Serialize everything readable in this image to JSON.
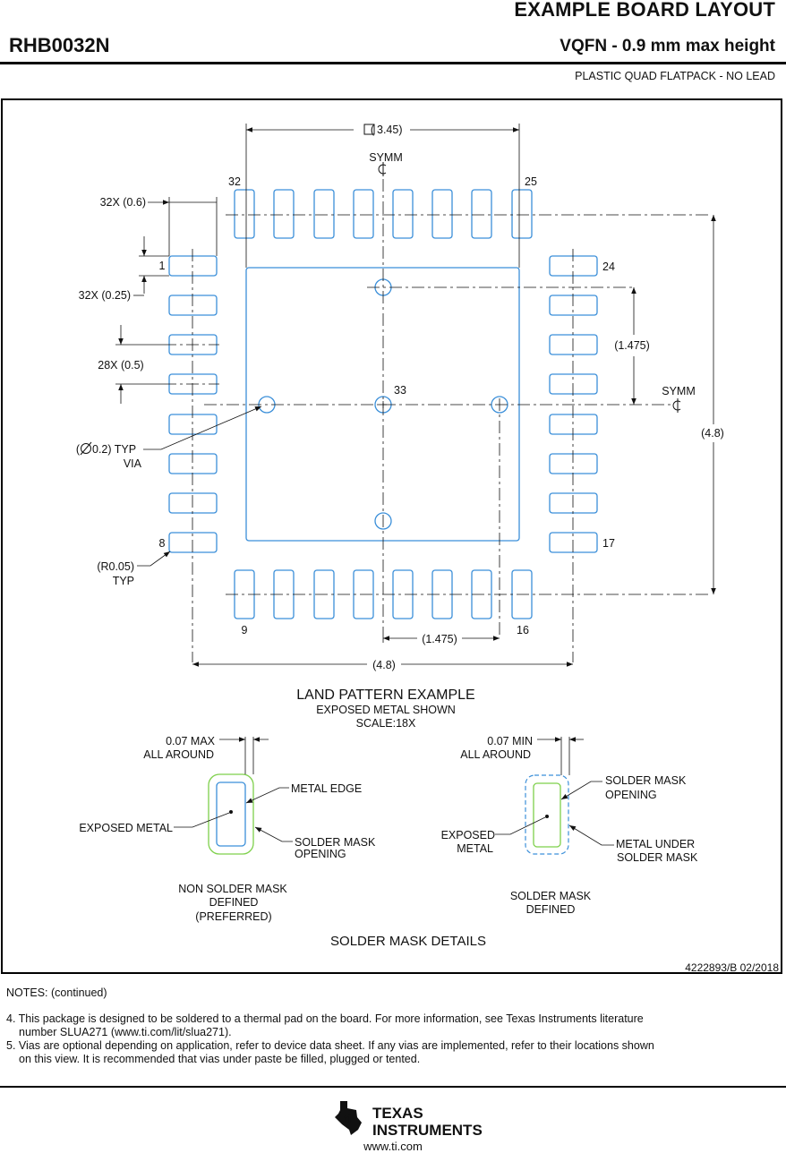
{
  "header": {
    "title": "EXAMPLE BOARD LAYOUT",
    "code": "RHB0032N",
    "package": "VQFN - 0.9 mm max height",
    "package_type": "PLASTIC QUAD FLATPACK - NO LEAD"
  },
  "land_pattern": {
    "pad_numbers": {
      "p1": "1",
      "p8": "8",
      "p9": "9",
      "p16": "16",
      "p17": "17",
      "p24": "24",
      "p25": "25",
      "p32": "32",
      "p33": "33"
    },
    "dims": {
      "pad_width": "32X (0.6)",
      "pad_height": "32X (0.25)",
      "pitch": "28X (0.5)",
      "thermal_pad_open": "(",
      "thermal_pad_value": "3.45)",
      "via_open": "(",
      "via_value": "0.2) TYP",
      "via_word": "VIA",
      "radius": "(R0.05)",
      "radius_typ": "TYP",
      "via_spacing_v": "(1.475)",
      "via_spacing_h": "(1.475)",
      "overall_h": "(4.8)",
      "overall_v": "(4.8)"
    },
    "symm_top": "SYMM",
    "symm_right": "SYMM",
    "caption_title": "LAND PATTERN EXAMPLE",
    "caption_sub": "EXPOSED METAL SHOWN",
    "caption_scale": "SCALE:18X"
  },
  "mask_details": {
    "nsmd": {
      "clearance_1": "0.07 MAX",
      "clearance_2": "ALL AROUND",
      "metal_edge": "METAL EDGE",
      "exposed_metal": "EXPOSED METAL",
      "opening_1": "SOLDER MASK",
      "opening_2": "OPENING",
      "caption_1": "NON SOLDER MASK",
      "caption_2": "DEFINED",
      "caption_3": "(PREFERRED)"
    },
    "smd": {
      "clearance_1": "0.07 MIN",
      "clearance_2": "ALL AROUND",
      "opening_1": "SOLDER MASK",
      "opening_2": "OPENING",
      "exposed_1": "EXPOSED",
      "exposed_2": "METAL",
      "under_1": "METAL UNDER",
      "under_2": "SOLDER MASK",
      "caption_1": "SOLDER MASK",
      "caption_2": "DEFINED"
    },
    "title": "SOLDER MASK DETAILS"
  },
  "drawing_id": "4222893/B   02/2018",
  "notes": {
    "heading": "NOTES: (continued)",
    "n4_l1": "4. This package is designed to be soldered to a thermal pad on the board. For more information, see Texas Instruments literature",
    "n4_l2": "number SLUA271 (www.ti.com/lit/slua271).",
    "n5_l1": "5. Vias are optional depending on application, refer to device data sheet. If any vias are implemented, refer to their locations shown",
    "n5_l2": "on this view. It is recommended that vias under paste be filled, plugged or tented."
  },
  "footer": {
    "brand_1": "TEXAS",
    "brand_2": "INSTRUMENTS",
    "url": "www.ti.com"
  },
  "colors": {
    "pad": "#3b8fd9",
    "mask_green": "#7ed04b",
    "mask_blue_dash": "#3b8fd9"
  }
}
